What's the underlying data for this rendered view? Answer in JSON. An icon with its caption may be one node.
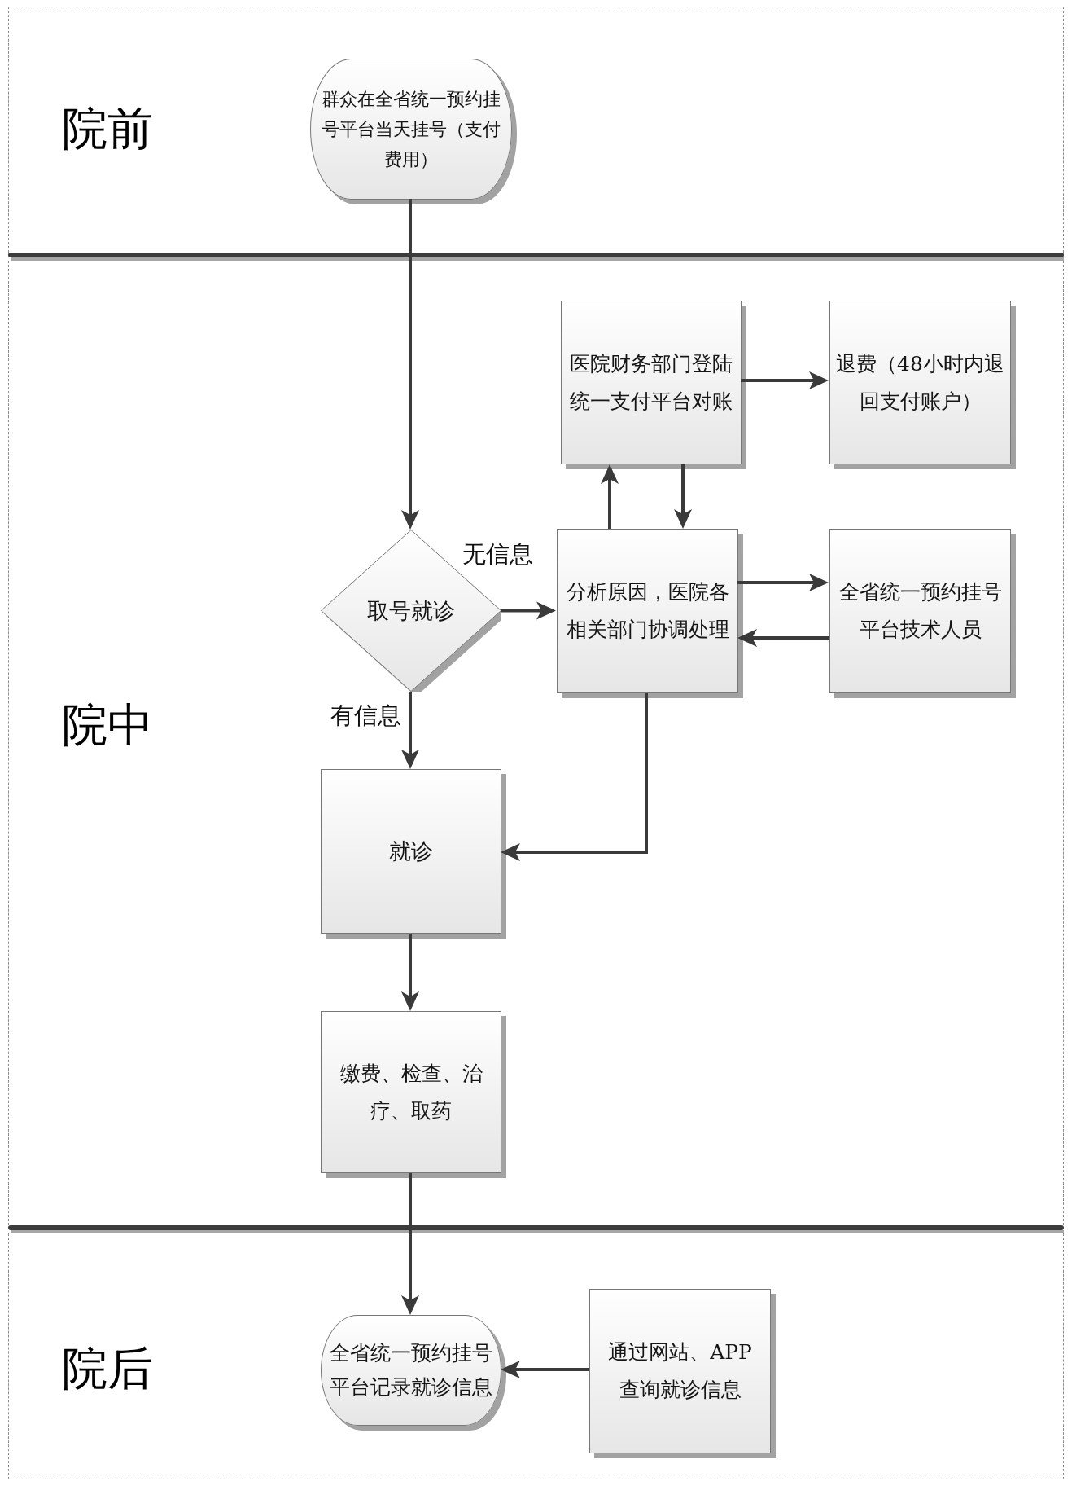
{
  "diagram": {
    "nodes": [
      {
        "text": [
          "院前"
        ]
      },
      {
        "text": [
          "群众在全省统一预约挂号平台当天挂号（支付费用）"
        ],
        "in": 0
      },
      {
        "text": [
          "院中"
        ]
      },
      {
        "text": [
          "医院财务部门登陆统一支付平台对账"
        ],
        "in": 2
      },
      {
        "text": [
          "退费（48小时内退回支付账户）"
        ],
        "in": 2
      },
      {
        "text": [
          "取号就诊"
        ],
        "in": 2
      },
      {
        "text": [
          "分析原因，医院各相关部门协调处理"
        ],
        "in": 2
      },
      {
        "text": [
          "全省统一预约挂号平台技术人员"
        ],
        "in": 2
      },
      {
        "text": [
          "就诊"
        ],
        "in": 2
      },
      {
        "text": [
          "缴费、检查、治疗、取药"
        ],
        "in": 2
      },
      {
        "text": [
          "院后"
        ]
      },
      {
        "text": [
          "全省统一预约挂号平台记录就诊信息"
        ],
        "in": 10
      },
      {
        "text": [
          "通过网站、APP查询就诊信息"
        ],
        "in": 10
      }
    ],
    "edges": [
      {
        "from": 1,
        "to": 5,
        "arrow": "to"
      },
      {
        "from": 5,
        "to": 6,
        "arrow": "to",
        "label": "无信息"
      },
      {
        "from": 5,
        "to": 8,
        "arrow": "to",
        "label": "有信息"
      },
      {
        "from": 6,
        "to": 3,
        "arrow": "to"
      },
      {
        "from": 3,
        "to": 6,
        "arrow": "to"
      },
      {
        "from": 3,
        "to": 4,
        "arrow": "to"
      },
      {
        "from": 6,
        "to": 7,
        "arrow": "to"
      },
      {
        "from": 7,
        "to": 6,
        "arrow": "to"
      },
      {
        "from": 6,
        "to": 8,
        "arrow": "to"
      },
      {
        "from": 8,
        "to": 9,
        "arrow": "to"
      },
      {
        "from": 9,
        "to": 11,
        "arrow": "to"
      },
      {
        "from": 12,
        "to": 11,
        "arrow": "to"
      }
    ]
  }
}
